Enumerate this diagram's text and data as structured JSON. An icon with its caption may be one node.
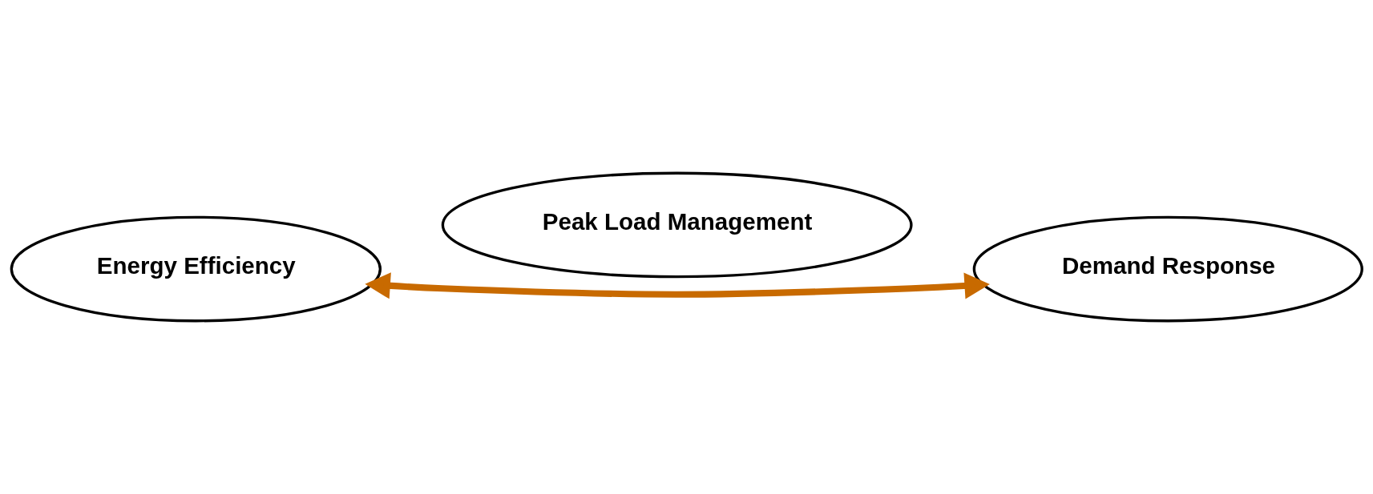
{
  "diagram": {
    "nodes": [
      {
        "text": [
          "Energy Efficiency"
        ]
      },
      {
        "text": [
          "Peak Load Management"
        ]
      },
      {
        "text": [
          "Demand Response"
        ]
      }
    ],
    "edges": [
      {
        "from": 0,
        "to": 2,
        "arrow": "both"
      }
    ]
  }
}
